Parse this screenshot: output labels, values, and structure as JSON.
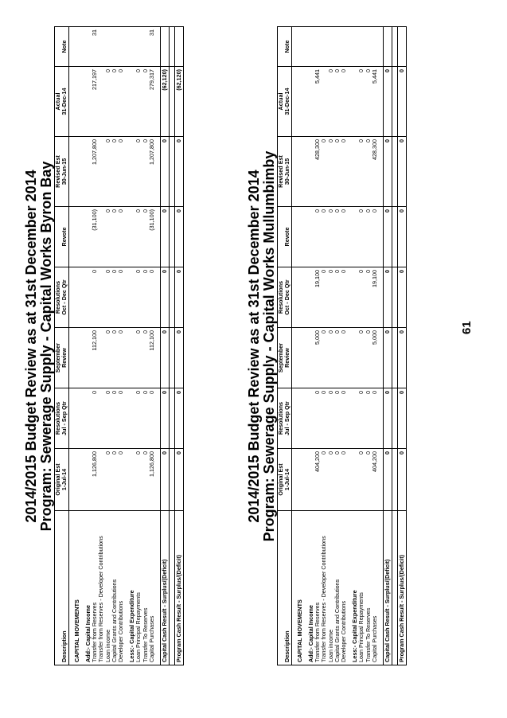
{
  "page_number": "61",
  "columns": {
    "description": "Description",
    "original": [
      "Original Est",
      "1-Jul-14"
    ],
    "res1": [
      "Resolutions",
      "Jul - Sep Qtr"
    ],
    "september": [
      "September",
      "Review"
    ],
    "res2": [
      "Resolutions",
      "Oct - Dec Qtr"
    ],
    "revote": "Revote",
    "revised": [
      "Revised Est",
      "30-Jun-15"
    ],
    "actual": [
      "Actual",
      "31-Dec-14"
    ],
    "note": "Note"
  },
  "byron": {
    "title": "2014/2015 Budget Review as at 31st December 2014",
    "subtitle": "Program: Sewerage Supply - Capital Works Byron Bay",
    "rows": [
      {
        "kind": "sp",
        "label": ""
      },
      {
        "kind": "bold",
        "label": "CAPITAL MOVEMENTS",
        "vals": [
          "",
          "",
          "",
          "",
          "",
          "",
          "",
          ""
        ]
      },
      {
        "kind": "sp",
        "label": ""
      },
      {
        "kind": "bold",
        "label": "Add:- Capital Income",
        "vals": [
          "",
          "",
          "",
          "",
          "",
          "",
          "",
          ""
        ]
      },
      {
        "kind": "row",
        "label": "Transfer from Reserves",
        "vals": [
          "1,126,800",
          "0",
          "112,100",
          "0",
          "(31,100)",
          "1,207,800",
          "217,197",
          "31"
        ]
      },
      {
        "kind": "row",
        "label": "Transfer from Reserves - Developer Contributions",
        "vals": [
          "",
          "",
          "",
          "",
          "",
          "",
          "",
          ""
        ]
      },
      {
        "kind": "row",
        "label": "Loan income",
        "vals": [
          "0",
          "0",
          "0",
          "0",
          "0",
          "0",
          "0",
          ""
        ]
      },
      {
        "kind": "row",
        "label": "Capital Grants and Contributions",
        "vals": [
          "0",
          "0",
          "0",
          "0",
          "0",
          "0",
          "0",
          ""
        ]
      },
      {
        "kind": "row",
        "label": "Developer Contributions",
        "vals": [
          "0",
          "0",
          "0",
          "0",
          "0",
          "0",
          "0",
          ""
        ]
      },
      {
        "kind": "sp",
        "label": ""
      },
      {
        "kind": "bold",
        "label": "Less:- Capital Expenditure",
        "vals": [
          "",
          "",
          "",
          "",
          "",
          "",
          "",
          ""
        ]
      },
      {
        "kind": "row",
        "label": "Loan Principal Repayments",
        "vals": [
          "0",
          "0",
          "0",
          "0",
          "0",
          "0",
          "0",
          ""
        ]
      },
      {
        "kind": "row",
        "label": "Transfer To Reserves",
        "vals": [
          "0",
          "0",
          "0",
          "0",
          "0",
          "0",
          "0",
          ""
        ]
      },
      {
        "kind": "row",
        "label": "Capital Purchases",
        "vals": [
          "1,126,800",
          "0",
          "112,100",
          "0",
          "(31,100)",
          "1,207,800",
          "279,317",
          "31"
        ]
      },
      {
        "kind": "sp",
        "label": ""
      },
      {
        "kind": "tot",
        "label": "Capital Cash Result - Surplus/(Deficit)",
        "vals": [
          "0",
          "0",
          "0",
          "0",
          "0",
          "0",
          "(62,120)",
          ""
        ]
      },
      {
        "kind": "sp",
        "label": ""
      },
      {
        "kind": "tot",
        "label": "Program Cash Result - Surplus/(Deficit)",
        "vals": [
          "0",
          "0",
          "0",
          "0",
          "0",
          "0",
          "(62,120)",
          ""
        ]
      }
    ]
  },
  "mullumbimby": {
    "title": "2014/2015 Budget Review as at 31st December 2014",
    "subtitle": "Program: Sewerage Supply - Capital Works Mullumbimby",
    "rows": [
      {
        "kind": "sp",
        "label": ""
      },
      {
        "kind": "bold",
        "label": "CAPITAL MOVEMENTS",
        "vals": [
          "",
          "",
          "",
          "",
          "",
          "",
          "",
          ""
        ]
      },
      {
        "kind": "sp",
        "label": ""
      },
      {
        "kind": "bold",
        "label": "Add:- Capital Income",
        "vals": [
          "",
          "",
          "",
          "",
          "",
          "",
          "",
          ""
        ]
      },
      {
        "kind": "row",
        "label": "Transfer from Reserves",
        "vals": [
          "404,200",
          "0",
          "5,000",
          "19,100",
          "0",
          "428,300",
          "5,441",
          ""
        ]
      },
      {
        "kind": "row",
        "label": "Transfer from Reserves - Developer Contributions",
        "vals": [
          "0",
          "0",
          "0",
          "0",
          "0",
          "0",
          "",
          ""
        ]
      },
      {
        "kind": "row",
        "label": "Loan income",
        "vals": [
          "0",
          "0",
          "0",
          "0",
          "0",
          "0",
          "0",
          ""
        ]
      },
      {
        "kind": "row",
        "label": "Capital Grants and Contributions",
        "vals": [
          "0",
          "0",
          "0",
          "0",
          "0",
          "0",
          "0",
          ""
        ]
      },
      {
        "kind": "row",
        "label": "Developer Contributions",
        "vals": [
          "0",
          "0",
          "0",
          "0",
          "0",
          "0",
          "0",
          ""
        ]
      },
      {
        "kind": "sp",
        "label": ""
      },
      {
        "kind": "bold",
        "label": "Less:- Capital Expenditure",
        "vals": [
          "",
          "",
          "",
          "",
          "",
          "",
          "",
          ""
        ]
      },
      {
        "kind": "row",
        "label": "Loan Principal Repayments",
        "vals": [
          "0",
          "0",
          "0",
          "0",
          "0",
          "0",
          "0",
          ""
        ]
      },
      {
        "kind": "row",
        "label": "Transfer To Reserves",
        "vals": [
          "0",
          "0",
          "0",
          "0",
          "0",
          "0",
          "0",
          ""
        ]
      },
      {
        "kind": "row",
        "label": "Capital Purchases",
        "vals": [
          "404,200",
          "0",
          "5,000",
          "19,100",
          "0",
          "428,300",
          "5,441",
          ""
        ]
      },
      {
        "kind": "sp",
        "label": ""
      },
      {
        "kind": "tot",
        "label": "Capital Cash Result - Surplus/(Deficit)",
        "vals": [
          "0",
          "0",
          "0",
          "0",
          "0",
          "0",
          "0",
          ""
        ]
      },
      {
        "kind": "sp",
        "label": ""
      },
      {
        "kind": "tot",
        "label": "Program Cash Result - Surplus/(Deficit)",
        "vals": [
          "0",
          "0",
          "0",
          "0",
          "0",
          "0",
          "0",
          ""
        ]
      }
    ]
  }
}
